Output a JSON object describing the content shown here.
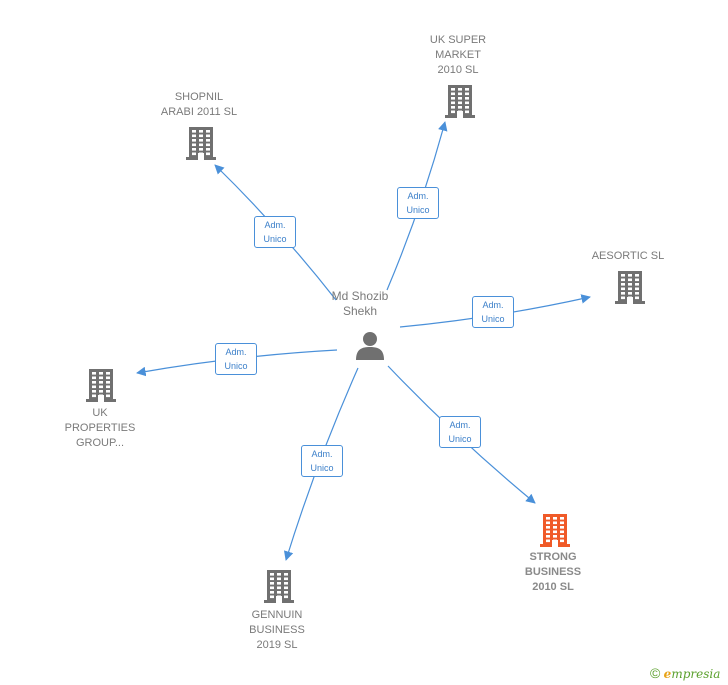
{
  "colors": {
    "edge": "#4a90d9",
    "building": "#707070",
    "building_main": "#f05a28",
    "person": "#707070"
  },
  "person": {
    "name": "Md Shozib\nShekh",
    "icon": "person-icon"
  },
  "companies": [
    {
      "id": "uk-super-market",
      "name": "UK SUPER\nMARKET\n2010  SL",
      "icon": "building-icon",
      "main": false
    },
    {
      "id": "shopnil-arabi",
      "name": "SHOPNIL\nARABI 2011  SL",
      "icon": "building-icon",
      "main": false
    },
    {
      "id": "aesortic",
      "name": "AESORTIC  SL",
      "icon": "building-icon",
      "main": false
    },
    {
      "id": "uk-properties",
      "name": "UK\nPROPERTIES\nGROUP...",
      "icon": "building-icon",
      "main": false
    },
    {
      "id": "strong-business",
      "name": "STRONG\nBUSINESS\n2010  SL",
      "icon": "building-icon",
      "main": true
    },
    {
      "id": "gennuin-business",
      "name": "GENNUIN\nBUSINESS\n2019  SL",
      "icon": "building-icon",
      "main": false
    }
  ],
  "edges": [
    {
      "to": "uk-super-market",
      "label": "Adm.\nUnico"
    },
    {
      "to": "shopnil-arabi",
      "label": "Adm.\nUnico"
    },
    {
      "to": "aesortic",
      "label": "Adm.\nUnico"
    },
    {
      "to": "uk-properties",
      "label": "Adm.\nUnico"
    },
    {
      "to": "strong-business",
      "label": "Adm.\nUnico"
    },
    {
      "to": "gennuin-business",
      "label": "Adm.\nUnico"
    }
  ],
  "footer": {
    "copyright_symbol": "©",
    "brand_first": "e",
    "brand_rest": "mpresia"
  }
}
